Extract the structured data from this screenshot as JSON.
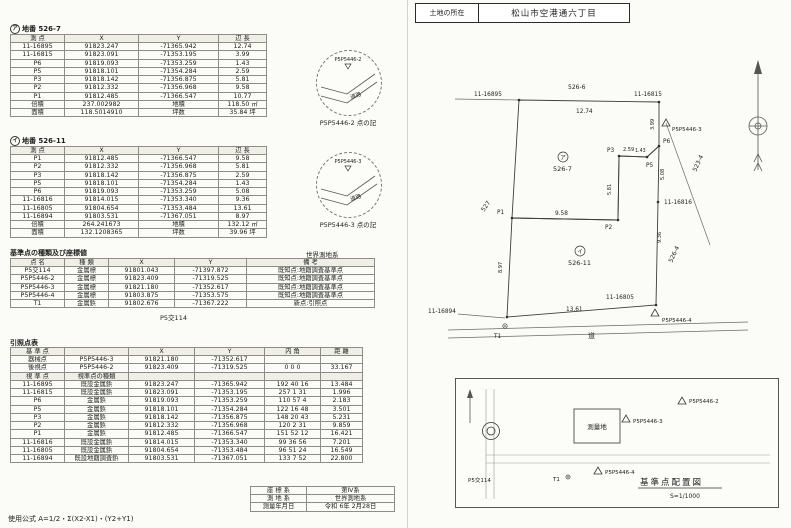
{
  "header": {
    "label": "土地の所在",
    "value": "松山市空港通六丁目"
  },
  "lot1": {
    "mark": "ア",
    "title": "地番 526-7",
    "head": [
      [
        "測 点",
        "X",
        "Y",
        "辺 長"
      ]
    ],
    "rows": [
      [
        "11-16895",
        "91823.247",
        "-71365.942",
        "12.74"
      ],
      [
        "11-16815",
        "91823.091",
        "-71353.195",
        "3.99"
      ],
      [
        "P6",
        "91819.093",
        "-71353.259",
        "1.43"
      ],
      [
        "P5",
        "91818.101",
        "-71354.284",
        "2.59"
      ],
      [
        "P3",
        "91818.142",
        "-71356.875",
        "5.81"
      ],
      [
        "P2",
        "91812.332",
        "-71356.968",
        "9.58"
      ],
      [
        "P1",
        "91812.485",
        "-71366.547",
        "10.77"
      ]
    ],
    "summary": [
      [
        "倍積",
        "237.002982",
        "地積",
        "118.50 ㎡"
      ],
      [
        "面積",
        "118.5014910",
        "坪数",
        "35.84 坪"
      ]
    ]
  },
  "lot2": {
    "mark": "イ",
    "title": "地番 526-11",
    "head": [
      [
        "測 点",
        "X",
        "Y",
        "辺 長"
      ]
    ],
    "rows": [
      [
        "P1",
        "91812.485",
        "-71366.547",
        "9.58"
      ],
      [
        "P2",
        "91812.332",
        "-71356.968",
        "5.81"
      ],
      [
        "P3",
        "91818.142",
        "-71356.875",
        "2.59"
      ],
      [
        "P5",
        "91818.101",
        "-71354.284",
        "1.43"
      ],
      [
        "P6",
        "91819.093",
        "-71353.259",
        "5.08"
      ],
      [
        "11-16816",
        "91814.015",
        "-71353.340",
        "9.36"
      ],
      [
        "11-16805",
        "91804.654",
        "-71353.484",
        "13.61"
      ],
      [
        "11-16894",
        "91803.531",
        "-71367.051",
        "8.97"
      ]
    ],
    "summary": [
      [
        "倍積",
        "264.241673",
        "地積",
        "132.12 ㎡"
      ],
      [
        "面積",
        "132.1208365",
        "坪数",
        "39.96 坪"
      ]
    ]
  },
  "tenki1": {
    "point": "P5P5446-2",
    "road": "道路",
    "caption": "P5P5446-2 点の記"
  },
  "tenki2": {
    "point": "P5P5446-3",
    "road": "道路",
    "caption": "P5P5446-3 点の記"
  },
  "control": {
    "title": "基準点の種類及び座標値",
    "system": "世界測地系",
    "caption": "P5交114",
    "head": [
      [
        "点 名",
        "種 類",
        "X",
        "Y",
        "備 考"
      ]
    ],
    "rows": [
      [
        "P5交114",
        "金属標",
        "91801.043",
        "-71397.872",
        "既知点:地籍調査基準点"
      ],
      [
        "P5P5446-2",
        "金属標",
        "91823.409",
        "-71319.525",
        "既知点:地籍調査基準点"
      ],
      [
        "P5P5446-3",
        "金属標",
        "91821.180",
        "-71352.617",
        "既知点:地籍調査基準点"
      ],
      [
        "P5P5446-4",
        "金属標",
        "91803.875",
        "-71353.575",
        "既知点:地籍調査基準点"
      ],
      [
        "T1",
        "金属鋲",
        "91802.676",
        "-71367.222",
        "新点:引照点"
      ]
    ]
  },
  "reference": {
    "title": "引照点表",
    "head1": [
      [
        "基 準 点",
        "",
        "X",
        "Y",
        "内 角",
        "距 離"
      ]
    ],
    "stations": [
      [
        "器械点",
        "P5P5446-3",
        "91821.180",
        "-71352.617",
        "",
        ""
      ],
      [
        "後視点",
        "P5P5446-2",
        "91823.409",
        "-71319.525",
        "0 0 0",
        "33.167"
      ]
    ],
    "head2": [
      [
        "視 準 点",
        "視準点の種類",
        "",
        "",
        "",
        ""
      ]
    ],
    "rows": [
      [
        "11-16895",
        "既設金属鋲",
        "91823.247",
        "-71365.942",
        "192 40 16",
        "13.484"
      ],
      [
        "11-16815",
        "既設金属鋲",
        "91823.091",
        "-71353.195",
        "257 1 31",
        "1.996"
      ],
      [
        "P6",
        "金属鋲",
        "91819.093",
        "-71353.259",
        "110 57 4",
        "2.183"
      ],
      [
        "P5",
        "金属鋲",
        "91818.101",
        "-71354.284",
        "122 16 48",
        "3.501"
      ],
      [
        "P3",
        "金属鋲",
        "91818.142",
        "-71356.875",
        "148 20 43",
        "5.231"
      ],
      [
        "P2",
        "金属鋲",
        "91812.332",
        "-71356.968",
        "120 2 31",
        "9.859"
      ],
      [
        "P1",
        "金属鋲",
        "91812.485",
        "-71366.547",
        "151 52 12",
        "16.421"
      ],
      [
        "11-16816",
        "既設金属鋲",
        "91814.015",
        "-71353.340",
        "99 36 56",
        "7.201"
      ],
      [
        "11-16805",
        "既設金属鋲",
        "91804.654",
        "-71353.484",
        "96 51 24",
        "16.549"
      ],
      [
        "11-16894",
        "既設地籍調査鋲",
        "91803.531",
        "-71367.051",
        "133 7 52",
        "22.800"
      ]
    ]
  },
  "meta": {
    "rows": [
      [
        "座 標 系",
        "第Ⅳ系"
      ],
      [
        "測 地 系",
        "世界測地系"
      ],
      [
        "測量年月日",
        "令和 6年 2月28日"
      ]
    ]
  },
  "formula": "使用公式  A=1/2・Σ(X2-X1)・(Y2+Y1)",
  "map": {
    "labels": {
      "pt_16895": "11-16895",
      "pt_16815": "11-16815",
      "pt_16816": "11-16816",
      "pt_16805": "11-16805",
      "pt_16894": "11-16894",
      "pt_p1": "P1",
      "pt_p2": "P2",
      "pt_p3": "P3",
      "pt_p5": "P5",
      "pt_p6": "P6",
      "pt_t1": "T1",
      "bm3": "P5P5446-3",
      "bm4": "P5P5446-4",
      "lot7_mark": "ア",
      "lot7": "526-7",
      "lot11_mark": "イ",
      "lot11": "526-11",
      "n_top": "526-6",
      "n_right": "523-4",
      "n_se": "526-4",
      "n_left": "527",
      "road": "道",
      "d_top": "12.74",
      "d_399": "3.99",
      "d_143": "1.43",
      "d_259": "2.59",
      "d_581": "5.81",
      "d_958": "9.58",
      "d_508": "5.08",
      "d_936": "9.36",
      "d_1361": "13.61",
      "d_897": "8.97"
    }
  },
  "layout_map": {
    "title": "基準点配置図",
    "scale": "S=1/1000",
    "site": "測量地",
    "p114": "P5交114",
    "t1": "T1",
    "b2": "P5P5446-2",
    "b3": "P5P5446-3",
    "b4": "P5P5446-4"
  }
}
